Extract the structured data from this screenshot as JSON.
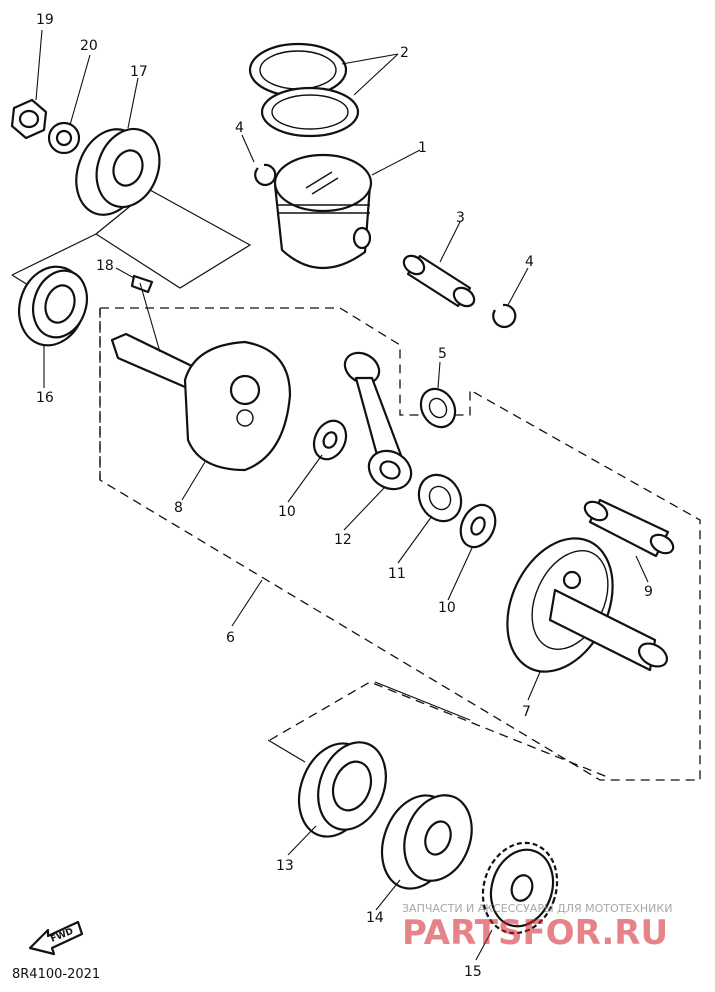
{
  "diagram": {
    "code": "8R4100-2021",
    "forward_label": "FWD",
    "callouts": {
      "piston": "1",
      "piston_rings": "2",
      "piston_pin": "3",
      "clip_upper": "4",
      "clip_right": "4",
      "small_end_bearing": "5",
      "crankshaft_assy": "6",
      "crank_right": "7",
      "crank_left": "8",
      "crank_pin": "9",
      "washer_left": "10",
      "washer_right": "10",
      "big_end_bearing": "11",
      "connecting_rod": "12",
      "bearing_right": "13",
      "oil_seal_right": "14",
      "primary_gear": "15",
      "bearing_left": "16",
      "oil_seal_left": "17",
      "woodruff_key": "18",
      "nut": "19",
      "washer_nut": "20"
    }
  },
  "watermark": {
    "subtitle": "ЗАПЧАСТИ И АКСЕССУАРЫ ДЛЯ МОТОТЕХНИКИ",
    "logo": "PARTSFOR.RU",
    "logo_color": "#d11f2a"
  }
}
